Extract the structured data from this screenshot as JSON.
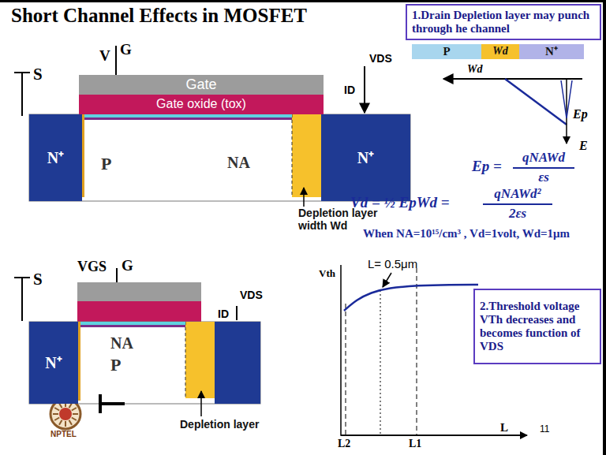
{
  "diagram": {
    "title": "Short Channel Effects in MOSFET",
    "nodes": [
      {
        "text": [
          "1.Drain Depletion layer may punch through he channel"
        ]
      },
      {
        "text": [
          "Gate"
        ]
      },
      {
        "text": [
          "Gate oxide (tox)"
        ]
      },
      {
        "text": [
          "N⁺"
        ]
      },
      {
        "text": [
          "N⁺"
        ]
      },
      {
        "text": [
          "P"
        ]
      },
      {
        "text": [
          "Wd"
        ]
      },
      {
        "text": [
          "N⁺"
        ]
      },
      {
        "text": [
          "N⁺"
        ]
      },
      {
        "text": [
          "2.Threshold voltage VTh decreases and becomes function of VDS"
        ]
      }
    ],
    "labels": [
      "V",
      "G",
      "S",
      "VDS",
      "ID",
      "P",
      "NA",
      "Depletion layer width Wd",
      "VGS",
      "G",
      "S",
      "ID",
      "VDS",
      "NA",
      "P",
      "Depletion layer",
      "Wd",
      "E",
      "Ep",
      "Ep =",
      "qNAWd",
      "εs",
      "Vd = ½ EpWd =",
      "qNAWd²",
      "2εs",
      "When NA=10¹⁵/cm³ , Vd=1volt, Wd=1μm",
      "Vth",
      "L= 0.5μm",
      "L",
      "L2",
      "L1",
      "11",
      "NPTEL"
    ]
  }
}
